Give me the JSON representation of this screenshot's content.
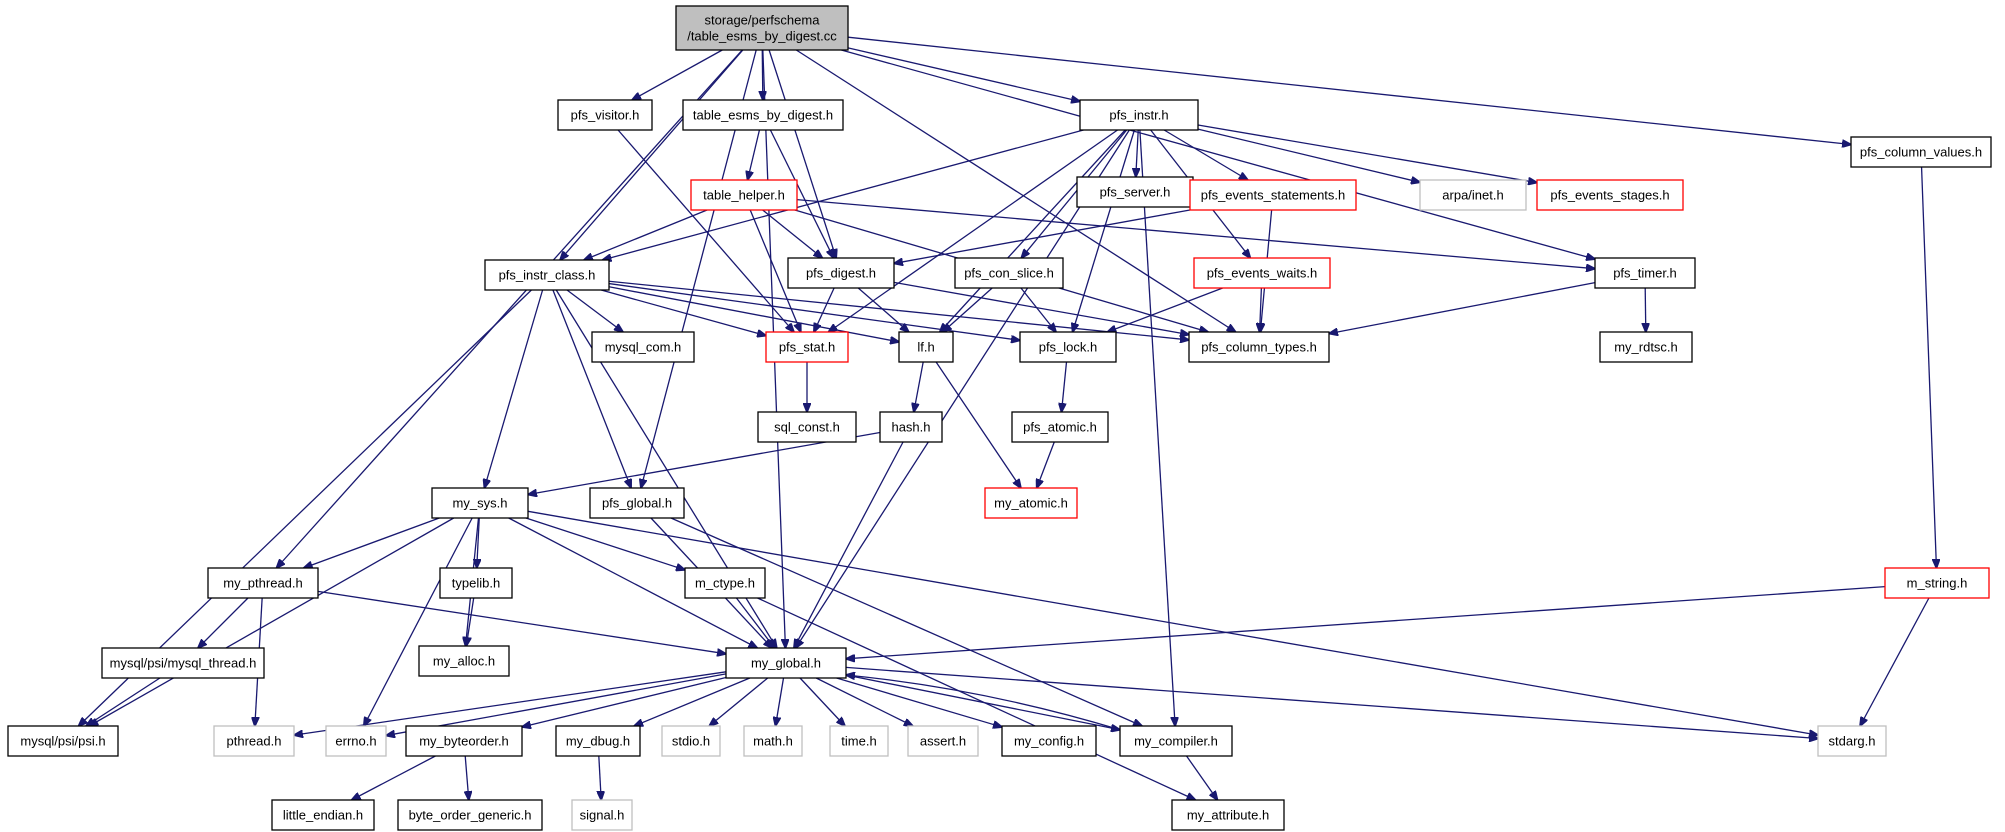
{
  "graph": {
    "edge_color": "#191970",
    "nodes": [
      {
        "id": "root",
        "label": [
          "storage/perfschema",
          "/table_esms_by_digest.cc"
        ],
        "style": "root",
        "interactable": false
      },
      {
        "id": "pfs_visitor",
        "label": [
          "pfs_visitor.h"
        ],
        "style": "std",
        "interactable": true
      },
      {
        "id": "table_esms_h",
        "label": [
          "table_esms_by_digest.h"
        ],
        "style": "std",
        "interactable": true
      },
      {
        "id": "pfs_instr",
        "label": [
          "pfs_instr.h"
        ],
        "style": "std",
        "interactable": true
      },
      {
        "id": "pfs_column_values",
        "label": [
          "pfs_column_values.h"
        ],
        "style": "std",
        "interactable": true
      },
      {
        "id": "table_helper",
        "label": [
          "table_helper.h"
        ],
        "style": "red",
        "interactable": true
      },
      {
        "id": "pfs_server",
        "label": [
          "pfs_server.h"
        ],
        "style": "std",
        "interactable": true
      },
      {
        "id": "pfs_events_statements",
        "label": [
          "pfs_events_statements.h"
        ],
        "style": "red",
        "interactable": true
      },
      {
        "id": "arpa_inet",
        "label": [
          "arpa/inet.h"
        ],
        "style": "gray",
        "interactable": false
      },
      {
        "id": "pfs_events_stages",
        "label": [
          "pfs_events_stages.h"
        ],
        "style": "red",
        "interactable": true
      },
      {
        "id": "pfs_instr_class",
        "label": [
          "pfs_instr_class.h"
        ],
        "style": "std",
        "interactable": true
      },
      {
        "id": "pfs_digest",
        "label": [
          "pfs_digest.h"
        ],
        "style": "std",
        "interactable": true
      },
      {
        "id": "pfs_con_slice",
        "label": [
          "pfs_con_slice.h"
        ],
        "style": "std",
        "interactable": true
      },
      {
        "id": "pfs_events_waits",
        "label": [
          "pfs_events_waits.h"
        ],
        "style": "red",
        "interactable": true
      },
      {
        "id": "pfs_timer",
        "label": [
          "pfs_timer.h"
        ],
        "style": "std",
        "interactable": true
      },
      {
        "id": "mysql_com",
        "label": [
          "mysql_com.h"
        ],
        "style": "std",
        "interactable": true
      },
      {
        "id": "pfs_stat",
        "label": [
          "pfs_stat.h"
        ],
        "style": "red",
        "interactable": true
      },
      {
        "id": "lf",
        "label": [
          "lf.h"
        ],
        "style": "std",
        "interactable": true
      },
      {
        "id": "pfs_lock",
        "label": [
          "pfs_lock.h"
        ],
        "style": "std",
        "interactable": true
      },
      {
        "id": "pfs_column_types",
        "label": [
          "pfs_column_types.h"
        ],
        "style": "std",
        "interactable": true
      },
      {
        "id": "my_rdtsc",
        "label": [
          "my_rdtsc.h"
        ],
        "style": "std",
        "interactable": true
      },
      {
        "id": "sql_const",
        "label": [
          "sql_const.h"
        ],
        "style": "std",
        "interactable": true
      },
      {
        "id": "hash",
        "label": [
          "hash.h"
        ],
        "style": "std",
        "interactable": true
      },
      {
        "id": "pfs_atomic",
        "label": [
          "pfs_atomic.h"
        ],
        "style": "std",
        "interactable": true
      },
      {
        "id": "my_sys",
        "label": [
          "my_sys.h"
        ],
        "style": "std",
        "interactable": true
      },
      {
        "id": "pfs_global",
        "label": [
          "pfs_global.h"
        ],
        "style": "std",
        "interactable": true
      },
      {
        "id": "my_atomic",
        "label": [
          "my_atomic.h"
        ],
        "style": "red",
        "interactable": true
      },
      {
        "id": "my_pthread",
        "label": [
          "my_pthread.h"
        ],
        "style": "std",
        "interactable": true
      },
      {
        "id": "typelib",
        "label": [
          "typelib.h"
        ],
        "style": "std",
        "interactable": true
      },
      {
        "id": "m_ctype",
        "label": [
          "m_ctype.h"
        ],
        "style": "std",
        "interactable": true
      },
      {
        "id": "m_string",
        "label": [
          "m_string.h"
        ],
        "style": "red",
        "interactable": true
      },
      {
        "id": "mysql_thread",
        "label": [
          "mysql/psi/mysql_thread.h"
        ],
        "style": "std",
        "interactable": true
      },
      {
        "id": "my_alloc",
        "label": [
          "my_alloc.h"
        ],
        "style": "std",
        "interactable": true
      },
      {
        "id": "my_global",
        "label": [
          "my_global.h"
        ],
        "style": "std",
        "interactable": true
      },
      {
        "id": "psi",
        "label": [
          "mysql/psi/psi.h"
        ],
        "style": "std",
        "interactable": true
      },
      {
        "id": "pthread",
        "label": [
          "pthread.h"
        ],
        "style": "gray",
        "interactable": false
      },
      {
        "id": "errno",
        "label": [
          "errno.h"
        ],
        "style": "gray",
        "interactable": false
      },
      {
        "id": "my_byteorder",
        "label": [
          "my_byteorder.h"
        ],
        "style": "std",
        "interactable": true
      },
      {
        "id": "my_dbug",
        "label": [
          "my_dbug.h"
        ],
        "style": "std",
        "interactable": true
      },
      {
        "id": "stdio",
        "label": [
          "stdio.h"
        ],
        "style": "gray",
        "interactable": false
      },
      {
        "id": "math",
        "label": [
          "math.h"
        ],
        "style": "gray",
        "interactable": false
      },
      {
        "id": "time",
        "label": [
          "time.h"
        ],
        "style": "gray",
        "interactable": false
      },
      {
        "id": "assert",
        "label": [
          "assert.h"
        ],
        "style": "gray",
        "interactable": false
      },
      {
        "id": "my_config",
        "label": [
          "my_config.h"
        ],
        "style": "std",
        "interactable": true
      },
      {
        "id": "my_compiler",
        "label": [
          "my_compiler.h"
        ],
        "style": "std",
        "interactable": true
      },
      {
        "id": "stdarg",
        "label": [
          "stdarg.h"
        ],
        "style": "gray",
        "interactable": false
      },
      {
        "id": "little_endian",
        "label": [
          "little_endian.h"
        ],
        "style": "std",
        "interactable": true
      },
      {
        "id": "byte_order_generic",
        "label": [
          "byte_order_generic.h"
        ],
        "style": "std",
        "interactable": true
      },
      {
        "id": "signal",
        "label": [
          "signal.h"
        ],
        "style": "gray",
        "interactable": false
      },
      {
        "id": "my_attribute",
        "label": [
          "my_attribute.h"
        ],
        "style": "std",
        "interactable": true
      }
    ],
    "edges": [
      [
        "root",
        "pfs_visitor"
      ],
      [
        "root",
        "table_esms_h"
      ],
      [
        "root",
        "pfs_instr"
      ],
      [
        "root",
        "pfs_column_values"
      ],
      [
        "root",
        "pfs_instr_class"
      ],
      [
        "root",
        "pfs_digest"
      ],
      [
        "root",
        "pfs_timer"
      ],
      [
        "root",
        "pfs_column_types"
      ],
      [
        "root",
        "pfs_global"
      ],
      [
        "root",
        "my_pthread"
      ],
      [
        "root",
        "my_global"
      ],
      [
        "pfs_visitor",
        "pfs_stat"
      ],
      [
        "table_esms_h",
        "table_helper"
      ],
      [
        "table_esms_h",
        "pfs_digest"
      ],
      [
        "pfs_instr",
        "pfs_server"
      ],
      [
        "pfs_instr",
        "pfs_events_statements"
      ],
      [
        "pfs_instr",
        "arpa_inet"
      ],
      [
        "pfs_instr",
        "pfs_events_stages"
      ],
      [
        "pfs_instr",
        "pfs_instr_class"
      ],
      [
        "pfs_instr",
        "pfs_con_slice"
      ],
      [
        "pfs_instr",
        "pfs_events_waits"
      ],
      [
        "pfs_instr",
        "pfs_stat"
      ],
      [
        "pfs_instr",
        "lf"
      ],
      [
        "pfs_instr",
        "pfs_lock"
      ],
      [
        "pfs_instr",
        "my_global"
      ],
      [
        "pfs_instr",
        "my_compiler"
      ],
      [
        "pfs_column_values",
        "m_string"
      ],
      [
        "table_helper",
        "pfs_instr_class"
      ],
      [
        "table_helper",
        "pfs_digest"
      ],
      [
        "table_helper",
        "pfs_stat"
      ],
      [
        "table_helper",
        "pfs_timer"
      ],
      [
        "table_helper",
        "pfs_column_types"
      ],
      [
        "pfs_events_statements",
        "pfs_digest"
      ],
      [
        "pfs_events_statements",
        "pfs_column_types"
      ],
      [
        "pfs_instr_class",
        "mysql_com"
      ],
      [
        "pfs_instr_class",
        "pfs_stat"
      ],
      [
        "pfs_instr_class",
        "lf"
      ],
      [
        "pfs_instr_class",
        "pfs_lock"
      ],
      [
        "pfs_instr_class",
        "pfs_column_types"
      ],
      [
        "pfs_instr_class",
        "my_sys"
      ],
      [
        "pfs_instr_class",
        "pfs_global"
      ],
      [
        "pfs_instr_class",
        "my_global"
      ],
      [
        "pfs_instr_class",
        "psi"
      ],
      [
        "pfs_digest",
        "pfs_stat"
      ],
      [
        "pfs_digest",
        "lf"
      ],
      [
        "pfs_digest",
        "pfs_column_types"
      ],
      [
        "pfs_con_slice",
        "lf"
      ],
      [
        "pfs_con_slice",
        "pfs_lock"
      ],
      [
        "pfs_events_waits",
        "pfs_lock"
      ],
      [
        "pfs_events_waits",
        "pfs_column_types"
      ],
      [
        "pfs_timer",
        "pfs_column_types"
      ],
      [
        "pfs_timer",
        "my_rdtsc"
      ],
      [
        "pfs_stat",
        "sql_const"
      ],
      [
        "lf",
        "hash"
      ],
      [
        "lf",
        "my_atomic"
      ],
      [
        "pfs_lock",
        "pfs_atomic"
      ],
      [
        "pfs_atomic",
        "my_atomic"
      ],
      [
        "hash",
        "my_sys"
      ],
      [
        "hash",
        "my_global"
      ],
      [
        "my_sys",
        "my_pthread"
      ],
      [
        "my_sys",
        "typelib"
      ],
      [
        "my_sys",
        "m_ctype"
      ],
      [
        "my_sys",
        "my_alloc"
      ],
      [
        "my_sys",
        "my_global"
      ],
      [
        "my_sys",
        "psi"
      ],
      [
        "my_sys",
        "errno"
      ],
      [
        "my_sys",
        "stdarg"
      ],
      [
        "pfs_global",
        "my_global"
      ],
      [
        "pfs_global",
        "my_compiler"
      ],
      [
        "my_pthread",
        "mysql_thread"
      ],
      [
        "my_pthread",
        "pthread"
      ],
      [
        "my_pthread",
        "my_global"
      ],
      [
        "typelib",
        "my_alloc"
      ],
      [
        "m_ctype",
        "my_global"
      ],
      [
        "m_ctype",
        "my_attribute"
      ],
      [
        "m_string",
        "my_global"
      ],
      [
        "m_string",
        "stdarg"
      ],
      [
        "mysql_thread",
        "psi"
      ],
      [
        "my_global",
        "pthread"
      ],
      [
        "my_global",
        "errno"
      ],
      [
        "my_global",
        "my_byteorder"
      ],
      [
        "my_global",
        "my_dbug"
      ],
      [
        "my_global",
        "stdio"
      ],
      [
        "my_global",
        "math"
      ],
      [
        "my_global",
        "time"
      ],
      [
        "my_global",
        "assert"
      ],
      [
        "my_global",
        "my_config"
      ],
      [
        "my_global",
        "my_compiler"
      ],
      [
        "my_global",
        "stdarg"
      ],
      [
        "my_byteorder",
        "little_endian"
      ],
      [
        "my_byteorder",
        "byte_order_generic"
      ],
      [
        "my_dbug",
        "signal"
      ],
      [
        "my_compiler",
        "my_global"
      ],
      [
        "my_compiler",
        "my_attribute"
      ]
    ]
  }
}
